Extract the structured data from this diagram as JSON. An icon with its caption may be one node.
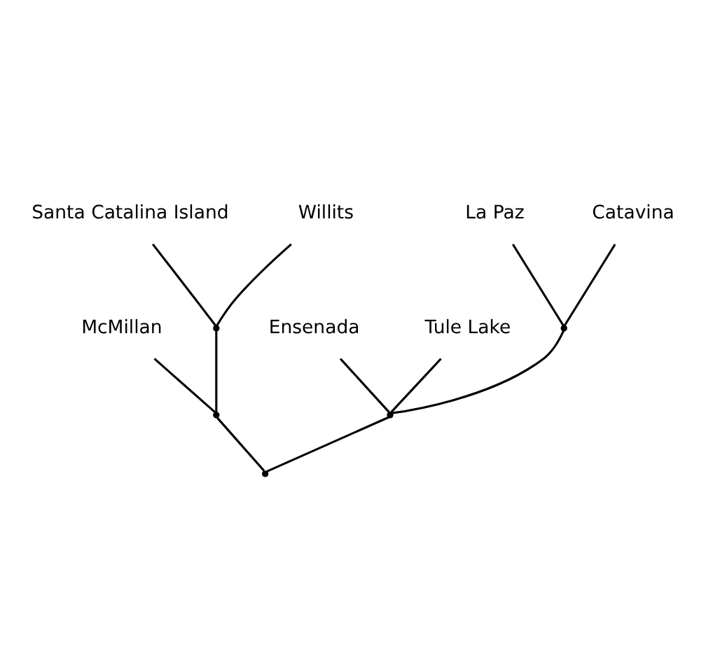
{
  "diagram": {
    "nodes": [
      {
        "text": [
          "Santa Catalina Island"
        ]
      },
      {
        "text": [
          "La Paz"
        ]
      },
      {
        "text": [
          "Ensenada"
        ]
      },
      {
        "text": [
          "Catavina"
        ]
      },
      {
        "text": [
          "Willits"
        ]
      },
      {
        "text": [
          "Tule Lake"
        ]
      },
      {
        "text": [
          "McMillan"
        ]
      },
      {
        "text": [],
        "shape": "point"
      },
      {
        "text": [],
        "shape": "point"
      },
      {
        "text": [],
        "shape": "point"
      },
      {
        "text": [],
        "shape": "point"
      },
      {
        "text": [],
        "shape": "point"
      }
    ],
    "edges": [
      {
        "from": 11,
        "to": 9,
        "arrow": "none"
      },
      {
        "from": 11,
        "to": 10,
        "arrow": "none"
      },
      {
        "from": 9,
        "to": 6,
        "arrow": "none"
      },
      {
        "from": 9,
        "to": 7,
        "arrow": "none"
      },
      {
        "from": 7,
        "to": 4,
        "arrow": "none"
      },
      {
        "from": 7,
        "to": 0,
        "arrow": "none"
      },
      {
        "from": 10,
        "to": 2,
        "arrow": "none"
      },
      {
        "from": 10,
        "to": 8,
        "arrow": "none"
      },
      {
        "from": 10,
        "to": 5,
        "arrow": "none"
      },
      {
        "from": 8,
        "to": 3,
        "arrow": "none"
      },
      {
        "from": 8,
        "to": 1,
        "arrow": "none"
      }
    ]
  }
}
